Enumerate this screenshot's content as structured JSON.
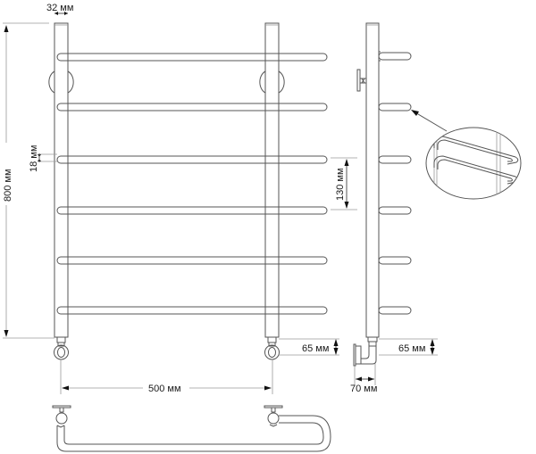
{
  "drawing": {
    "title": "Towel rail dimension drawing",
    "views": [
      "front-view",
      "side-view",
      "top-view",
      "detail-callout"
    ]
  },
  "dimensions": {
    "tube_diameter": "32 мм",
    "height": "800 мм",
    "bar_diameter": "18 мм",
    "bar_spacing": "130 мм",
    "connection_height_front": "65 мм",
    "connection_height_side": "65 мм",
    "wall_offset": "70 мм",
    "center_distance": "500 мм"
  },
  "front_view": {
    "bar_count": 6,
    "bars_y": [
      65,
      120,
      179,
      236,
      292,
      348
    ]
  },
  "side_view": {
    "bar_count": 6
  },
  "colors": {
    "line": "#555555",
    "light_line": "#9a9a9a",
    "text": "#1a1a1a",
    "background": "#ffffff"
  }
}
